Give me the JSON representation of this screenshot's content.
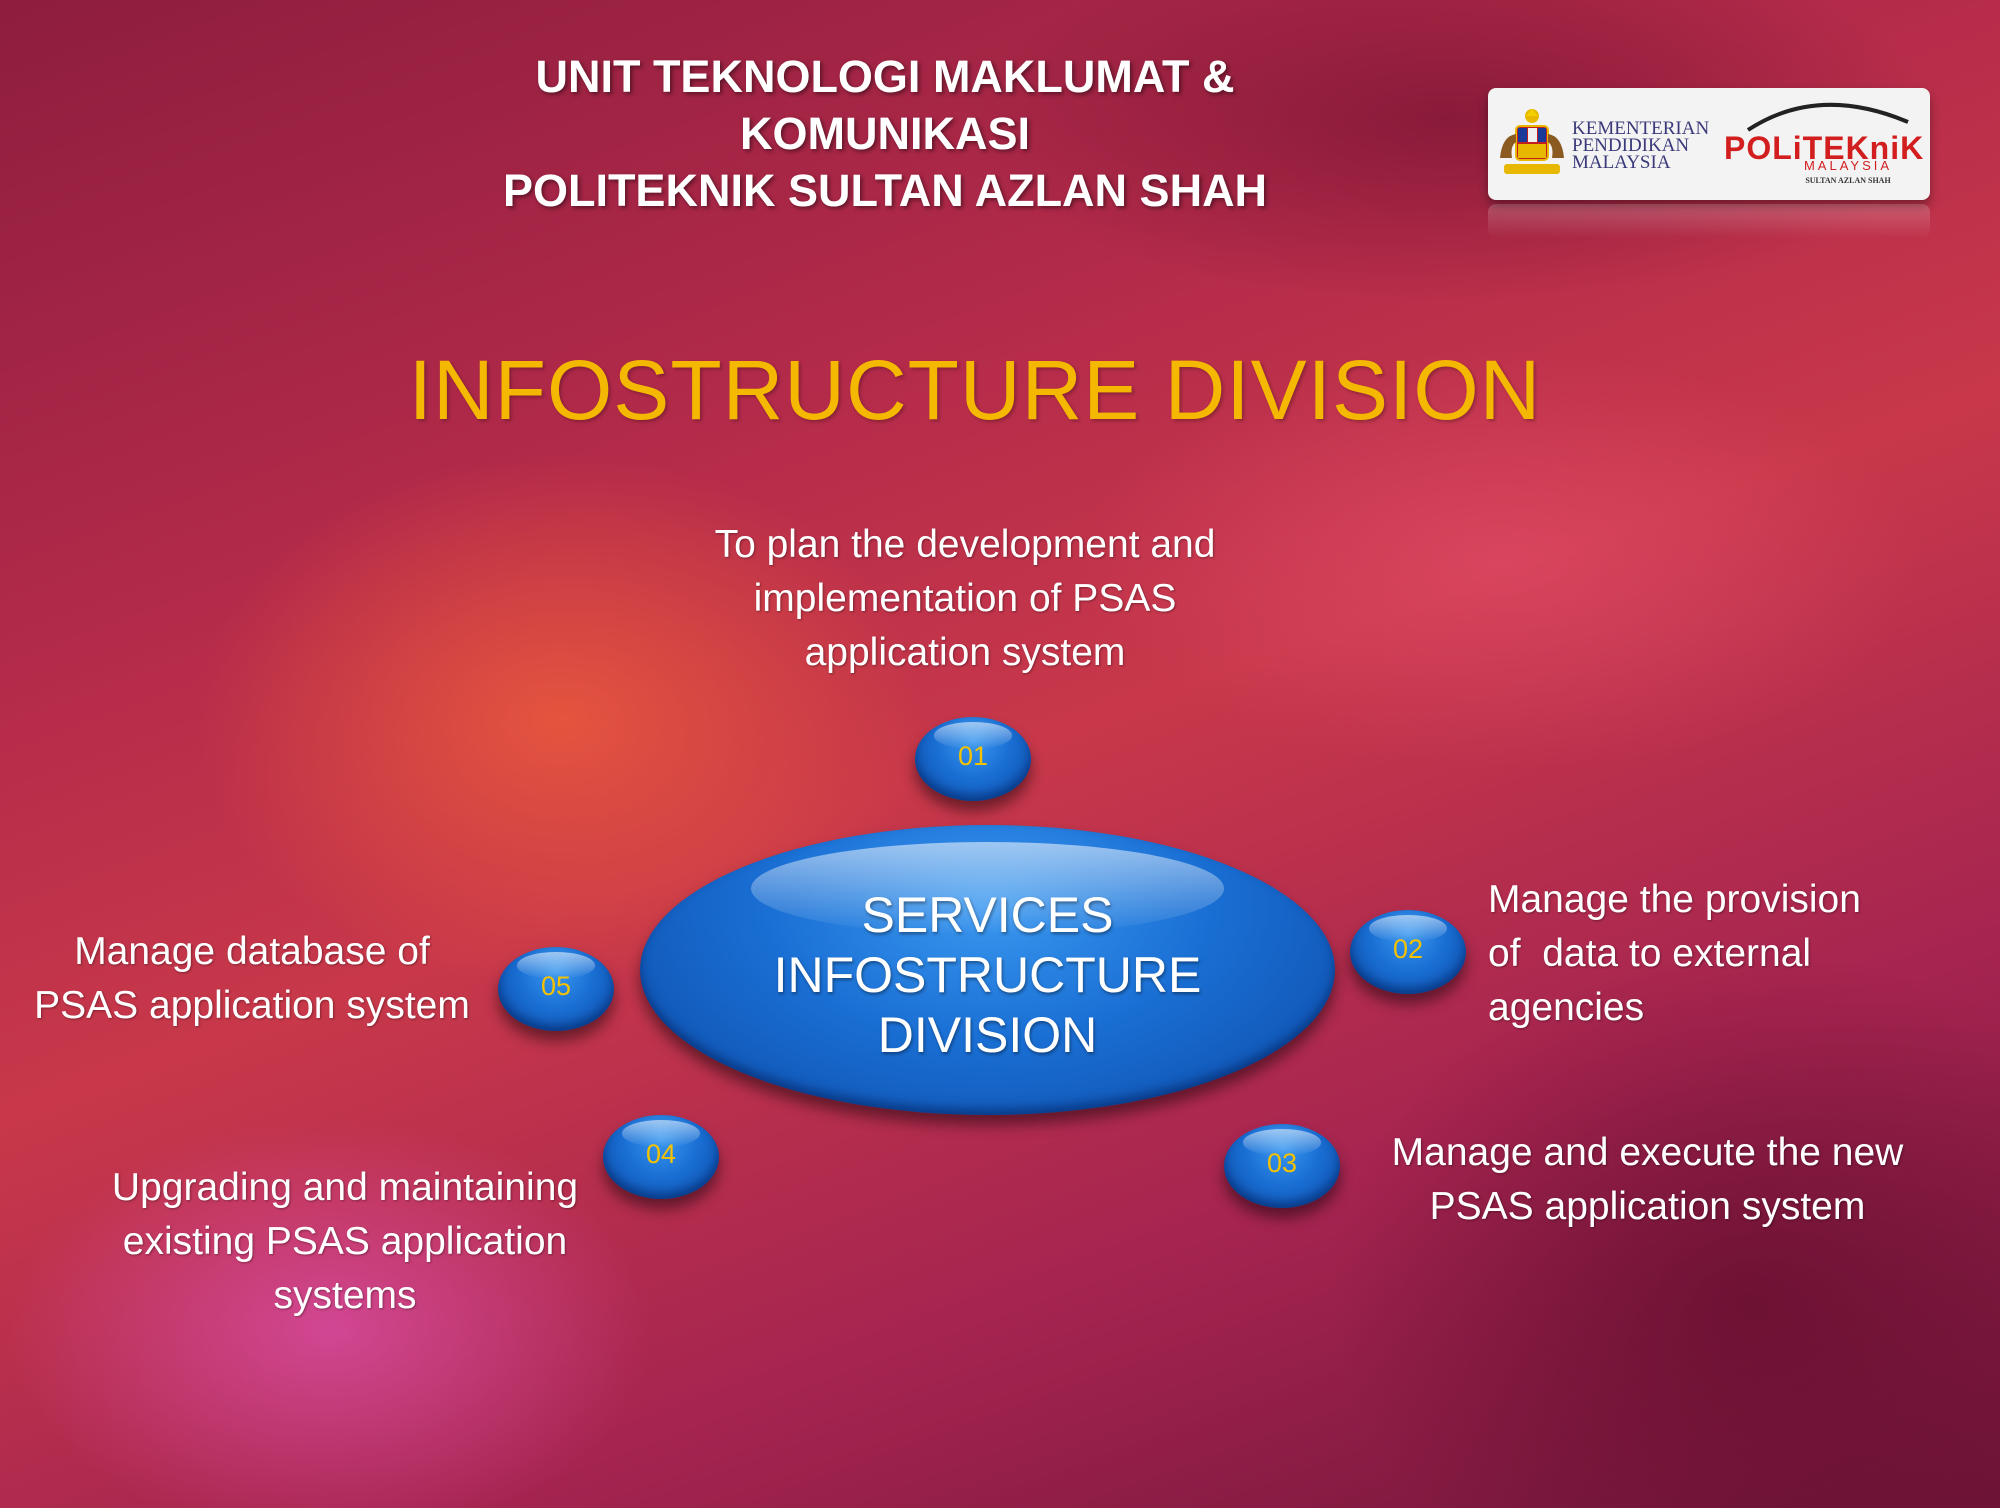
{
  "header": {
    "lines": [
      "UNIT TEKNOLOGI MAKLUMAT &",
      "KOMUNIKASI",
      "POLITEKNIK SULTAN AZLAN SHAH"
    ]
  },
  "logo": {
    "kpm_lines": [
      "KEMENTERIAN",
      "PENDIDIKAN",
      "MALAYSIA"
    ],
    "politeknik": "POLiTEKniK",
    "politeknik_sub": "MALAYSIA",
    "politeknik_campus": "SULTAN AZLAN SHAH"
  },
  "title": "INFOSTRUCTURE DIVISION",
  "center": {
    "lines": [
      "SERVICES",
      "INFOSTRUCTURE",
      "DIVISION"
    ]
  },
  "nodes": [
    {
      "number": "01",
      "lines": [
        "To plan the development and",
        "implementation of PSAS",
        "application system"
      ]
    },
    {
      "number": "02",
      "lines": [
        "Manage the provision",
        "of  data to external",
        "agencies"
      ]
    },
    {
      "number": "03",
      "lines": [
        "Manage and execute the new",
        "PSAS application system"
      ]
    },
    {
      "number": "04",
      "lines": [
        "Upgrading and maintaining",
        "existing PSAS application",
        "systems"
      ]
    },
    {
      "number": "05",
      "lines": [
        "Manage database of",
        "PSAS application system"
      ]
    }
  ],
  "colors": {
    "title": "#f5b800",
    "bubble": "#1a6fd4",
    "number": "#f5c200",
    "politeknik_red": "#d21e1e"
  }
}
